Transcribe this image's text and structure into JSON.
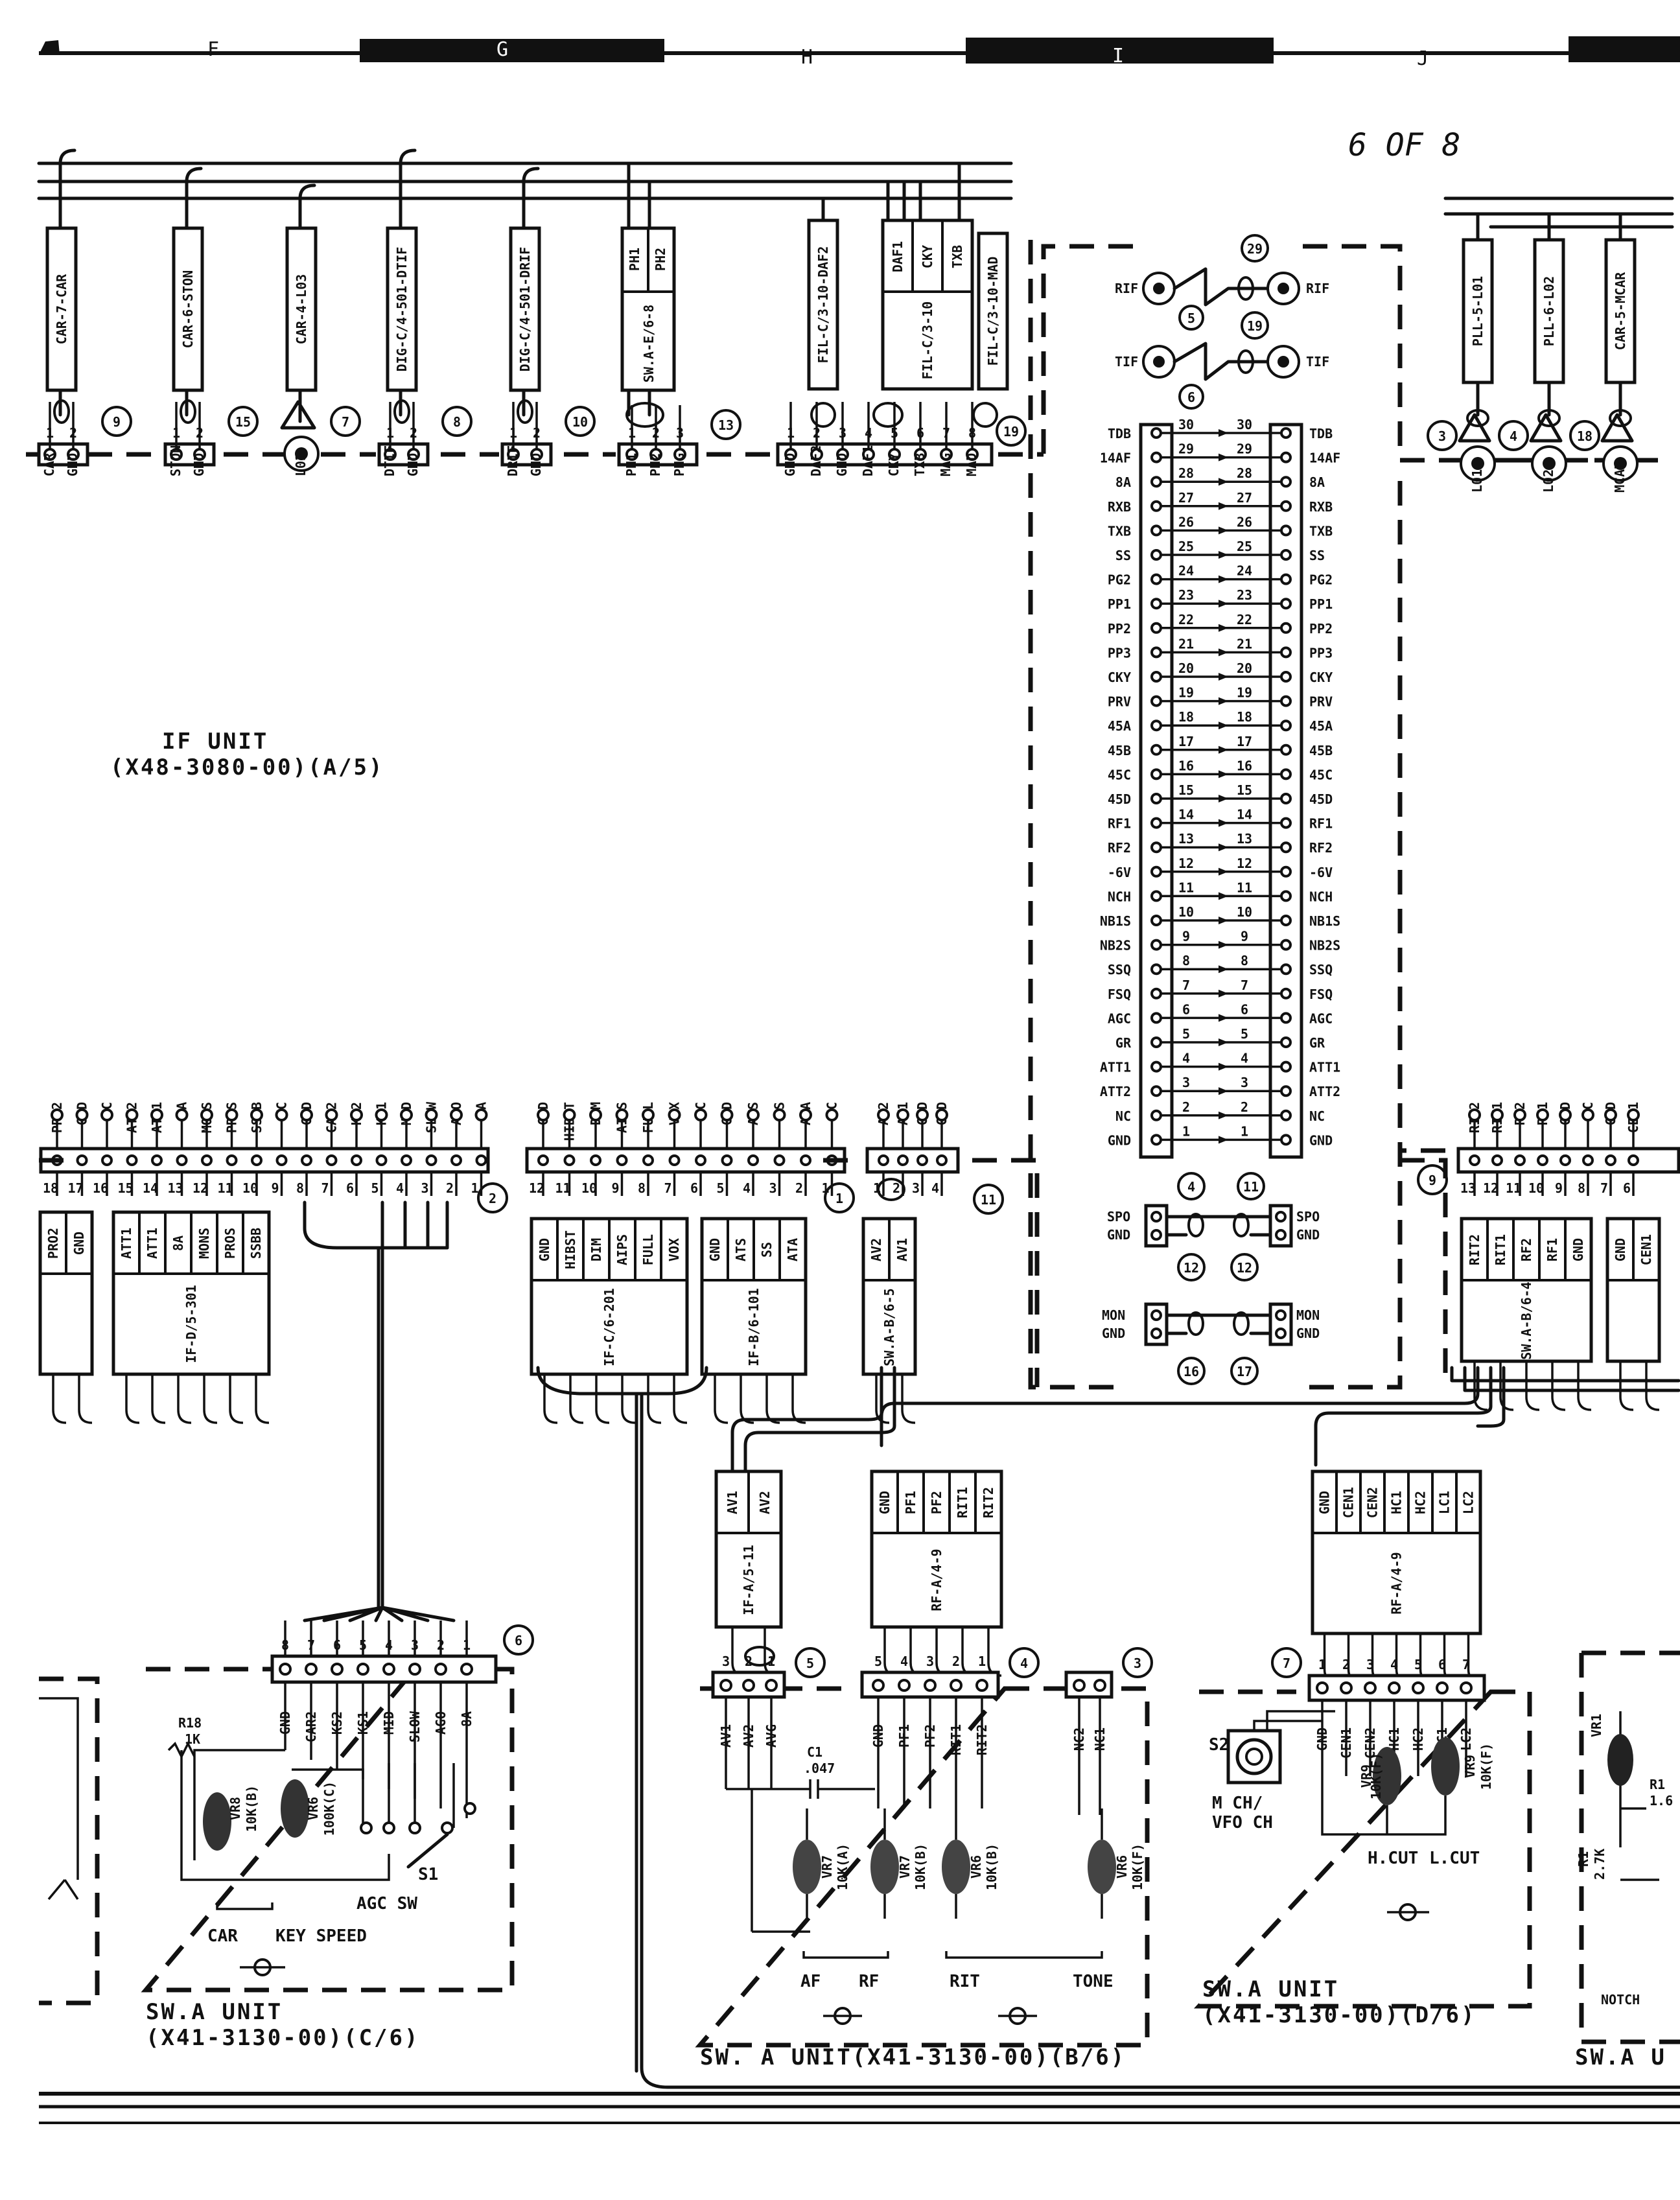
{
  "sheet": {
    "column_markers": [
      "F",
      "G",
      "H",
      "I",
      "J"
    ],
    "page_note": "6 OF 8"
  },
  "top_connectors": [
    {
      "cable": "CAR-7-CAR",
      "num": "9",
      "pins": [
        "1",
        "2"
      ],
      "sigs": [
        "CAR",
        "GND"
      ]
    },
    {
      "cable": "CAR-6-STON",
      "num": "15",
      "pins": [
        "1",
        "2"
      ],
      "sigs": [
        "STON",
        "GND"
      ]
    },
    {
      "cable": "CAR-4-L03",
      "num": "7",
      "pins": [],
      "sigs": [
        "L03"
      ]
    },
    {
      "cable": "DIG-C/4-501-DTIF",
      "num": "8",
      "pins": [
        "1",
        "2"
      ],
      "sigs": [
        "DTIF",
        "GND"
      ]
    },
    {
      "cable": "DIG-C/4-501-DRIF",
      "num": "10",
      "pins": [
        "1",
        "2"
      ],
      "sigs": [
        "DRIF",
        "GND"
      ]
    },
    {
      "cable": "SW.A-E/6-8",
      "num": "13",
      "box_sigs": [
        "PH1",
        "PH2"
      ],
      "pins": [
        "1",
        "2",
        "3"
      ],
      "sigs": [
        "PH1",
        "PH2",
        "PHG"
      ]
    },
    {
      "cable": "FIL-C/3-10-DAF2",
      "num": "19",
      "pins": [
        "1",
        "2",
        "3",
        "4",
        "5",
        "6",
        "7",
        "8"
      ],
      "sigs": [
        "GND",
        "DAF2",
        "GND",
        "DAF1",
        "CKY",
        "TXB",
        "MAG",
        "MAD"
      ],
      "mid_cable": "FIL-C/3-10",
      "mid_sigs": [
        "DAF1",
        "CKY",
        "TXB"
      ],
      "right_cable": "FIL-C/3-10-MAD"
    }
  ],
  "rf_connectors": {
    "rif": {
      "label": "RIF",
      "nums": [
        "5",
        "29",
        "19"
      ]
    },
    "tif": {
      "label": "TIF",
      "nums": [
        "6"
      ]
    }
  },
  "pll_connectors": [
    {
      "cable": "PLL-5-L01",
      "num": "3",
      "sig": "L01"
    },
    {
      "cable": "PLL-6-L02",
      "num": "4",
      "sig": "L02"
    },
    {
      "cable": "CAR-5-MCAR",
      "num": "18",
      "sig": "MCAR"
    }
  ],
  "harness": {
    "left_num": "4",
    "right_num": "11",
    "pins": [
      {
        "n": "30",
        "sig": "TDB"
      },
      {
        "n": "29",
        "sig": "14AF"
      },
      {
        "n": "28",
        "sig": "8A"
      },
      {
        "n": "27",
        "sig": "RXB"
      },
      {
        "n": "26",
        "sig": "TXB"
      },
      {
        "n": "25",
        "sig": "SS"
      },
      {
        "n": "24",
        "sig": "PG2"
      },
      {
        "n": "23",
        "sig": "PP1"
      },
      {
        "n": "22",
        "sig": "PP2"
      },
      {
        "n": "21",
        "sig": "PP3"
      },
      {
        "n": "20",
        "sig": "CKY"
      },
      {
        "n": "19",
        "sig": "PRV"
      },
      {
        "n": "18",
        "sig": "45A"
      },
      {
        "n": "17",
        "sig": "45B"
      },
      {
        "n": "16",
        "sig": "45C"
      },
      {
        "n": "15",
        "sig": "45D"
      },
      {
        "n": "14",
        "sig": "RF1"
      },
      {
        "n": "13",
        "sig": "RF2"
      },
      {
        "n": "12",
        "sig": "-6V"
      },
      {
        "n": "11",
        "sig": "NCH"
      },
      {
        "n": "10",
        "sig": "NB1S"
      },
      {
        "n": "9",
        "sig": "NB2S"
      },
      {
        "n": "8",
        "sig": "SSQ"
      },
      {
        "n": "7",
        "sig": "FSQ"
      },
      {
        "n": "6",
        "sig": "AGC"
      },
      {
        "n": "5",
        "sig": "GR"
      },
      {
        "n": "4",
        "sig": "ATT1"
      },
      {
        "n": "3",
        "sig": "ATT2"
      },
      {
        "n": "2",
        "sig": "NC"
      },
      {
        "n": "1",
        "sig": "GND"
      }
    ],
    "spo": {
      "sigs": [
        "SPO",
        "GND"
      ],
      "nums": [
        "12",
        "12"
      ]
    },
    "mon": {
      "sigs": [
        "MON",
        "GND"
      ],
      "nums": [
        "16",
        "17"
      ]
    }
  },
  "if_unit": {
    "title": "IF UNIT",
    "model": "(X48-3080-00)(A/5)"
  },
  "conn2": {
    "num": "2",
    "top_sigs": [
      "PRO2",
      "GND",
      "NC",
      "ATT2",
      "ATT1",
      "8A",
      "MONS",
      "PROS",
      "SSBB",
      "NC",
      "GND",
      "CAR2",
      "KS2",
      "KS1",
      "MID",
      "SLOW",
      "AGO",
      "8A"
    ],
    "pins": [
      "18",
      "17",
      "16",
      "15",
      "14",
      "13",
      "12",
      "11",
      "10",
      "9",
      "8",
      "7",
      "6",
      "5",
      "4",
      "3",
      "2",
      "1"
    ],
    "box_a": [
      "PRO2",
      "GND"
    ],
    "box_b": [
      "ATT1",
      "ATT1",
      "8A",
      "MONS",
      "PROS",
      "SSBB"
    ],
    "box_b_label": "IF-D/5-301"
  },
  "conn1": {
    "num": "1",
    "top_sigs": [
      "GND",
      "HIBST",
      "DIM",
      "AIPS",
      "FULL",
      "VOX",
      "NC",
      "GND",
      "ATS",
      "SS",
      "ATA",
      "NC"
    ],
    "pins": [
      "12",
      "11",
      "10",
      "9",
      "8",
      "7",
      "6",
      "5",
      "4",
      "3",
      "2",
      "1"
    ],
    "box_a": [
      "GND",
      "HIBST",
      "DIM",
      "AIPS",
      "FULL",
      "VOX"
    ],
    "box_a_label": "IF-C/6-201",
    "box_b": [
      "GND",
      "ATS",
      "SS",
      "ATA"
    ],
    "box_b_label": "IF-B/6-101"
  },
  "conn11": {
    "num": "11",
    "top_sigs": [
      "AV2",
      "AV1",
      "GND",
      "GND"
    ],
    "pins": [
      "1",
      "2",
      "3",
      "4"
    ],
    "box": [
      "AV2",
      "AV1"
    ],
    "box_label": "SW.A-B/6-5"
  },
  "conn9r": {
    "num": "9",
    "top_sigs": [
      "RIT2",
      "RIT1",
      "RF2",
      "RF1",
      "GND",
      "NC",
      "GND",
      "CEN1"
    ],
    "pins": [
      "13",
      "12",
      "11",
      "10",
      "9",
      "8",
      "7",
      "6"
    ],
    "box_a": [
      "RIT2",
      "RIT1",
      "RF2",
      "RF1",
      "GND"
    ],
    "box_a_label": "SW.A-B/6-4",
    "box_b": [
      "GND",
      "CEN1"
    ]
  },
  "sw_c": {
    "num": "6",
    "pins": [
      "8",
      "7",
      "6",
      "5",
      "4",
      "3",
      "2",
      "1"
    ],
    "sigs": [
      "GND",
      "CAR2",
      "KS2",
      "KS1",
      "MID",
      "SLOW",
      "AGO",
      "8A"
    ],
    "parts": [
      "R18",
      "1K",
      "VR8",
      "10K(B)",
      "VR6",
      "100K(C)",
      "S1"
    ],
    "labels": [
      "CAR",
      "KEY SPEED",
      "AGC SW"
    ],
    "title": "SW.A UNIT",
    "model": "(X41-3130-00)(C/6)"
  },
  "sw_b": {
    "conn5": {
      "num": "5",
      "pins": [
        "3",
        "2",
        "1"
      ],
      "sigs": [
        "AV1",
        "AV2",
        "AVG"
      ],
      "cable": "IF-A/5-11",
      "cable_sigs": [
        "AV1",
        "AV2"
      ]
    },
    "conn4": {
      "num": "4",
      "pins": [
        "5",
        "4",
        "3",
        "2",
        "1"
      ],
      "sigs": [
        "GND",
        "PF1",
        "PF2",
        "RIT1",
        "RIT2"
      ],
      "cable": "RF-A/4-9",
      "cable_sigs": [
        "GND",
        "PF1",
        "PF2",
        "RIT1",
        "RIT2"
      ]
    },
    "conn3": {
      "num": "3",
      "sigs": [
        "NC2",
        "NC1"
      ]
    },
    "parts": [
      "C1",
      ".047",
      "VR7",
      "10K(A)",
      "VR7",
      "10K(B)",
      "VR6",
      "10K(B)",
      "VR6",
      "10K(F)"
    ],
    "labels": [
      "AF",
      "RF",
      "RIT",
      "TONE"
    ],
    "title": "SW. A UNIT(X41-3130-00)(B/6)"
  },
  "sw_d": {
    "num": "7",
    "pins": [
      "1",
      "2",
      "3",
      "4",
      "5",
      "6",
      "7"
    ],
    "sigs": [
      "GND",
      "CEN1",
      "CEN2",
      "HC1",
      "HC2",
      "LC1",
      "LC2"
    ],
    "cable": "RF-A/4-9",
    "cable_sigs": [
      "GND",
      "CEN1",
      "CEN2",
      "HC1",
      "HC2",
      "LC1",
      "LC2"
    ],
    "parts": [
      "S2",
      "VR9",
      "10K(F)",
      "VR9",
      "10K(F)"
    ],
    "labels": [
      "M CH/",
      "VFO CH",
      "H.CUT",
      "L.CUT"
    ],
    "title": "SW.A UNIT",
    "model": "(X41-3130-00)(D/6)"
  },
  "edge": {
    "parts": [
      "VR1",
      "R1",
      "1.6",
      "R1",
      "2.7K"
    ],
    "labels": [
      "NOTCH",
      "SW.A U"
    ]
  }
}
